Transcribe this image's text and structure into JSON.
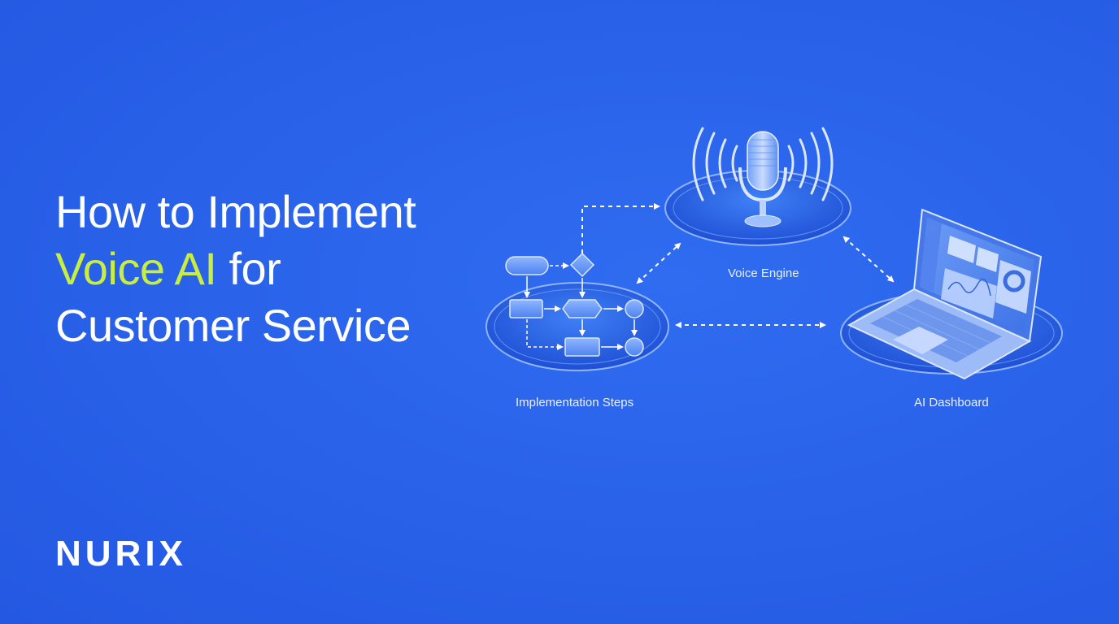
{
  "headline": {
    "line1": "How to Implement",
    "line2_highlight": "Voice AI",
    "line2_rest": "for",
    "line3": "Customer Service"
  },
  "brand": {
    "name": "NURIX"
  },
  "nodes": {
    "voice_engine": {
      "label": "Voice Engine",
      "icon": "microphone-icon"
    },
    "implementation_steps": {
      "label": "Implementation Steps",
      "icon": "flowchart-icon"
    },
    "ai_dashboard": {
      "label": "AI Dashboard",
      "icon": "laptop-dashboard-icon"
    }
  },
  "colors": {
    "background": "#2a63ea",
    "highlight": "#c8ee3f",
    "text": "#ffffff"
  }
}
